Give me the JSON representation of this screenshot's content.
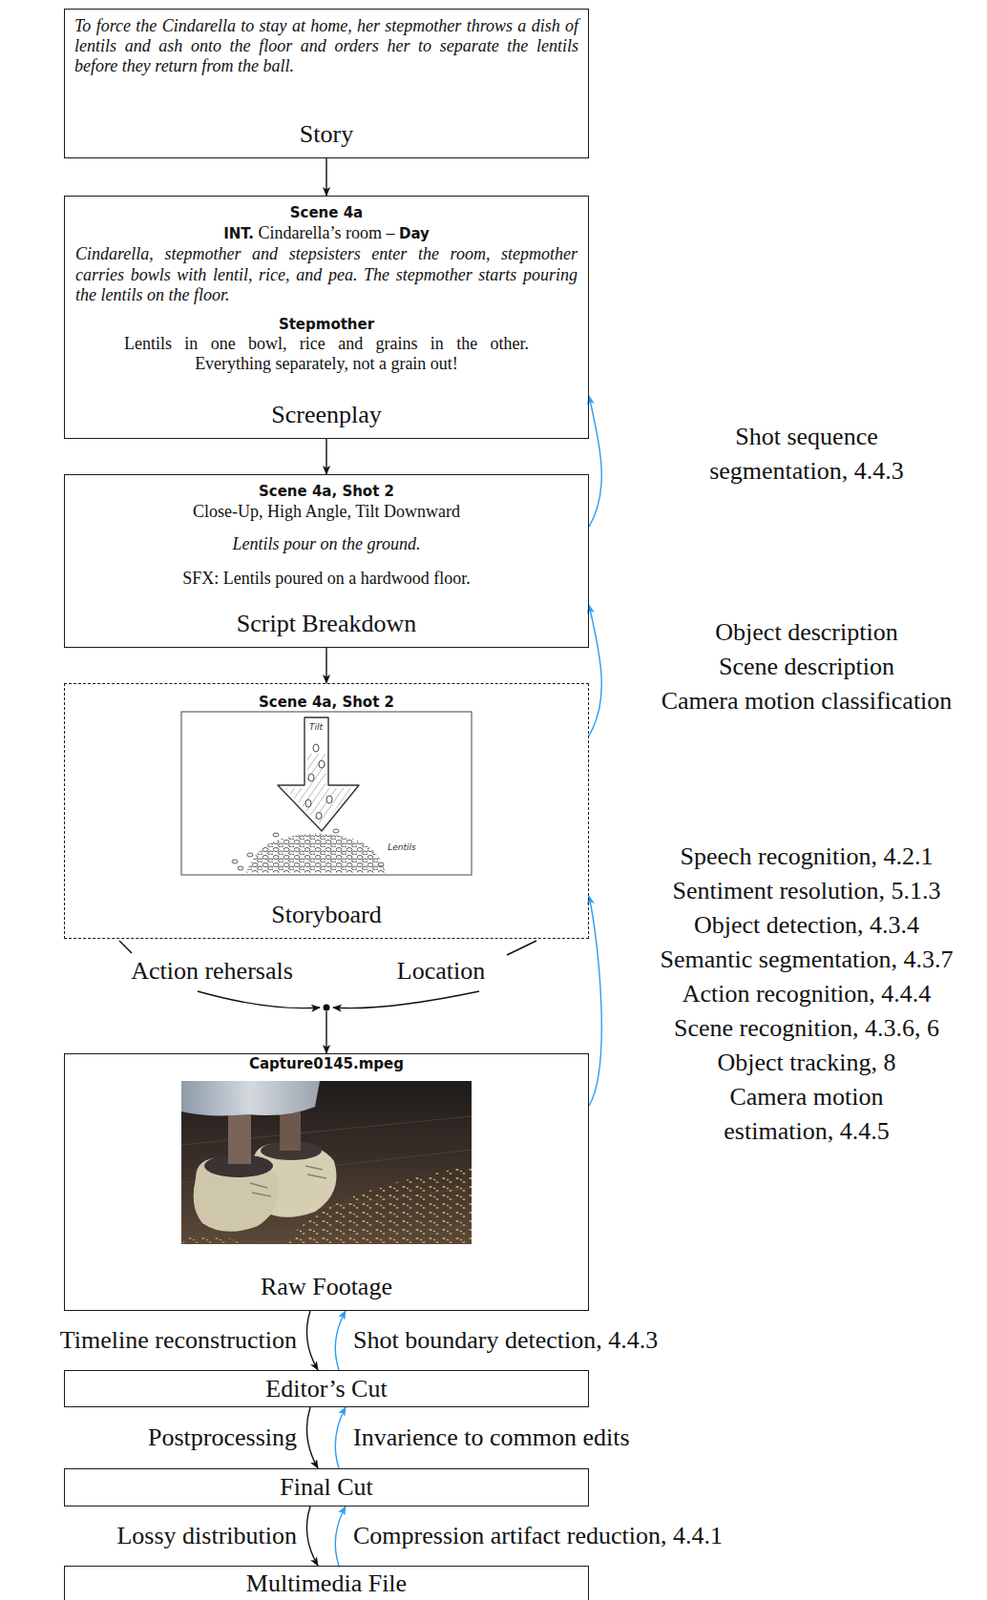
{
  "diagram": {
    "nodes": [
      {
        "text": [
          "To force the Cindarella to stay at home, her stepmother throws a dish of lentils and ash onto the floor and orders her to separate the lentils before they return from the ball.",
          "Story"
        ]
      },
      {
        "text": [
          "Scene 4a",
          "INT. Cindarella’s room – Day",
          "Cindarella, stepmother and stepsisters enter the room, stepmother carries bowls with lentil, rice, and pea. The stepmother starts pouring the lentils on the floor.",
          "Stepmother",
          "Lentils in one bowl, rice and grains in the other. Everything separately, not a grain out!",
          "Screenplay"
        ]
      },
      {
        "text": [
          "Scene 4a, Shot 2",
          "Close-Up, High Angle, Tilt Downward",
          "Lentils pour on the ground.",
          "SFX: Lentils poured on a hardwood floor.",
          "Script Breakdown"
        ]
      },
      {
        "text": [
          "Scene 4a, Shot 2",
          "Storyboard"
        ]
      },
      {
        "text": [
          "Capture0145.mpeg",
          "Raw Footage"
        ]
      },
      {
        "text": [
          "Editor’s Cut"
        ]
      },
      {
        "text": [
          "Final Cut"
        ]
      },
      {
        "text": [
          "Multimedia File"
        ]
      }
    ],
    "edges": [
      {
        "from": 0,
        "to": 1,
        "arrow": "to"
      },
      {
        "from": 1,
        "to": 2,
        "arrow": "to"
      },
      {
        "from": 2,
        "to": 1,
        "arrow": "to"
      },
      {
        "from": 2,
        "to": 3,
        "arrow": "to"
      },
      {
        "from": 3,
        "to": 2,
        "arrow": "to"
      },
      {
        "from": 3,
        "to": 4,
        "arrow": "to"
      },
      {
        "from": 4,
        "to": 3,
        "arrow": "to"
      },
      {
        "from": 4,
        "to": 5,
        "arrow": "to",
        "label": "Timeline reconstruction"
      },
      {
        "from": 5,
        "to": 4,
        "arrow": "to",
        "label": "Shot boundary detection, 4.4.3"
      },
      {
        "from": 5,
        "to": 6,
        "arrow": "to",
        "label": "Postprocessing"
      },
      {
        "from": 6,
        "to": 5,
        "arrow": "to",
        "label": "Invarience to common edits"
      },
      {
        "from": 6,
        "to": 7,
        "arrow": "to",
        "label": "Lossy distribution"
      },
      {
        "from": 7,
        "to": 6,
        "arrow": "to",
        "label": "Compression artifact reduction, 4.4.1"
      }
    ],
    "labels": [
      "Shot sequence segmentation, 4.4.3",
      "Object description",
      "Scene description",
      "Camera motion classification",
      "Tilt",
      "Lentils",
      "Speech recognition, 4.2.1",
      "Sentiment resolution, 5.1.3",
      "Object detection, 4.3.4",
      "Semantic segmentation, 4.3.7",
      "Action recognition, 4.4.4",
      "Scene recognition, 4.3.6, 6",
      "Object tracking, 8",
      "Camera motion estimation, 4.4.5",
      "Action rehersals",
      "Location"
    ]
  }
}
